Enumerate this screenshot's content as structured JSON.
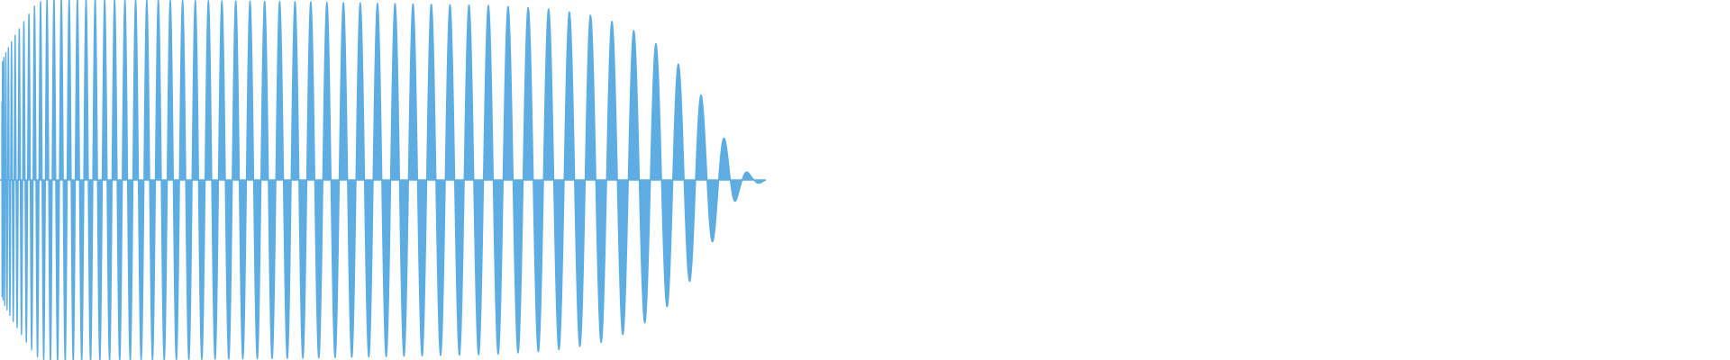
{
  "waveform": {
    "color": "#5DADE2",
    "envelope": [
      [
        0.0,
        0.66
      ],
      [
        0.015,
        0.78
      ],
      [
        0.03,
        0.88
      ],
      [
        0.045,
        0.97
      ],
      [
        0.06,
        1.0
      ],
      [
        0.2,
        0.99
      ],
      [
        0.4,
        0.98
      ],
      [
        0.52,
        0.97
      ],
      [
        0.64,
        0.96
      ],
      [
        0.72,
        0.94
      ],
      [
        0.78,
        0.9
      ],
      [
        0.82,
        0.84
      ],
      [
        0.86,
        0.74
      ],
      [
        0.89,
        0.62
      ],
      [
        0.915,
        0.47
      ],
      [
        0.935,
        0.3
      ],
      [
        0.95,
        0.2
      ],
      [
        0.965,
        0.08
      ],
      [
        0.98,
        0.03
      ],
      [
        1.0,
        0.008
      ]
    ],
    "cycle_count": 58,
    "chirp_exponent": 0.55
  }
}
